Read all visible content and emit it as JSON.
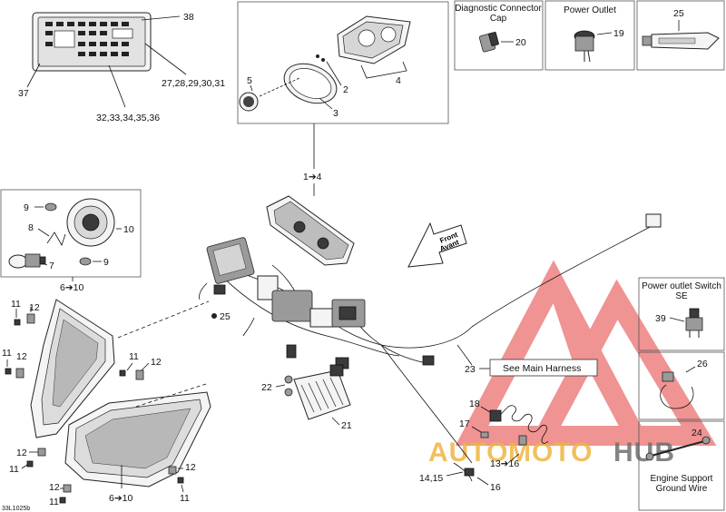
{
  "drawing_code": "33L1025b",
  "watermark": {
    "text_a": "AUTO",
    "text_b": "MOTO",
    "text_c": "HUB"
  },
  "inset_boxes": {
    "diag_cap": {
      "title_line1": "Diagnostic Connector",
      "title_line2": "Cap",
      "callout": "20"
    },
    "power_outlet": {
      "title": "Power Outlet",
      "callout": "19"
    },
    "grease": {
      "callout": "25"
    },
    "outlet_switch": {
      "title_line1": "Power outlet Switch",
      "title_line2": "SE",
      "callout": "39"
    },
    "strap": {
      "callout": "26"
    },
    "ground_wire": {
      "callout": "24",
      "title_line1": "Engine Support",
      "title_line2": "Ground Wire"
    }
  },
  "front_arrow": {
    "line1": "Front",
    "line2": "Avant"
  },
  "harness_note": "See Main Harness",
  "callouts": {
    "c38": "38",
    "c37": "37",
    "c27": "27,28,29,30,31",
    "c32": "32,33,34,35,36",
    "c5": "5",
    "c2": "2",
    "c3": "3",
    "c4": "4",
    "c1to4": "1➔4",
    "c9a": "9",
    "c8": "8",
    "c10": "10",
    "c7": "7",
    "c9b": "9",
    "c6to10a": "6➔10",
    "c11a": "11",
    "c12a": "12",
    "c11b": "11",
    "c12b": "12",
    "c11c": "11",
    "c12c": "12",
    "c12d": "12",
    "c11d": "11",
    "c12e": "12",
    "c11e": "11",
    "c12f": "12",
    "c11f": "11",
    "c6to10b": "6➔10",
    "c25b": "25",
    "c22": "22",
    "c21": "21",
    "c23": "23",
    "c18": "18",
    "c17": "17",
    "c13to16": "13➔16",
    "c14": "14,15",
    "c16": "16"
  }
}
